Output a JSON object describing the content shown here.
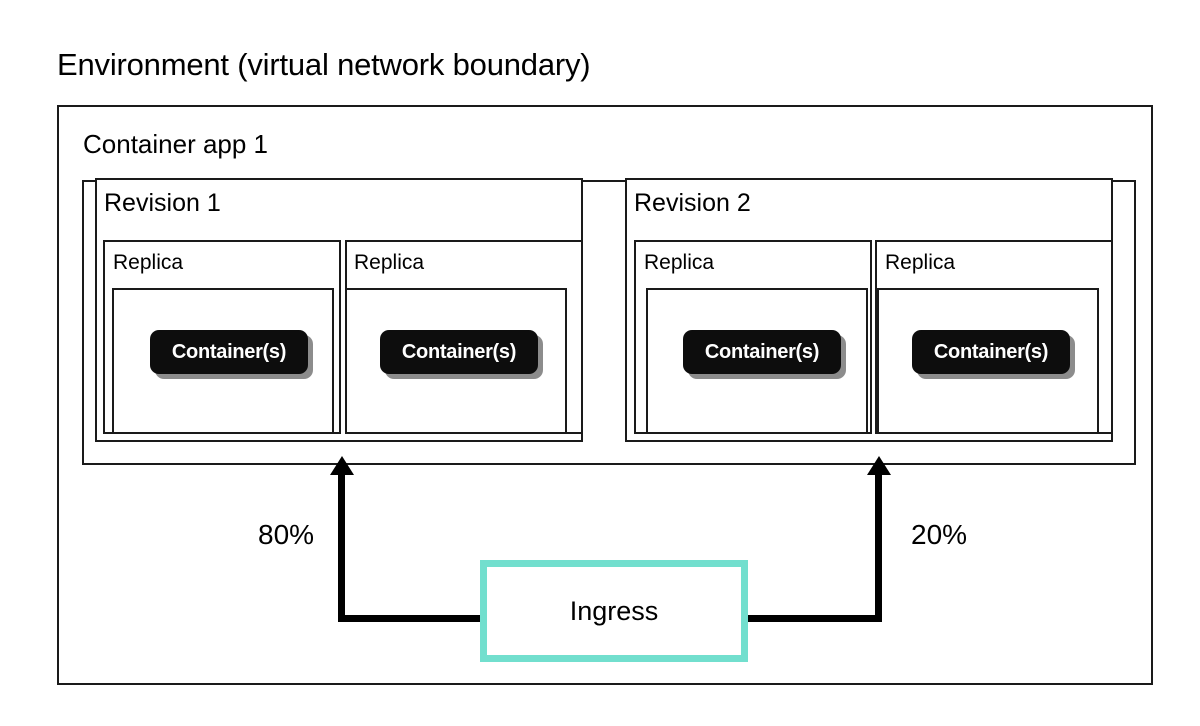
{
  "diagram": {
    "title": "Environment (virtual network boundary)",
    "environment": {
      "app": {
        "label": "Container app 1",
        "revisions": [
          {
            "label": "Revision 1",
            "traffic": "80%",
            "replicas": [
              {
                "label": "Replica",
                "container": "Container(s)"
              },
              {
                "label": "Replica",
                "container": "Container(s)"
              }
            ]
          },
          {
            "label": "Revision 2",
            "traffic": "20%",
            "replicas": [
              {
                "label": "Replica",
                "container": "Container(s)"
              },
              {
                "label": "Replica",
                "container": "Container(s)"
              }
            ]
          }
        ]
      },
      "ingress": {
        "label": "Ingress"
      }
    },
    "colors": {
      "ingress_border": "#72DFCE",
      "box_border": "#1a1a1a",
      "container_fill": "#0d0d0d",
      "container_text": "#ffffff",
      "container_shadow": "#8c8c8c",
      "connector": "#000000",
      "background": "#ffffff"
    }
  }
}
